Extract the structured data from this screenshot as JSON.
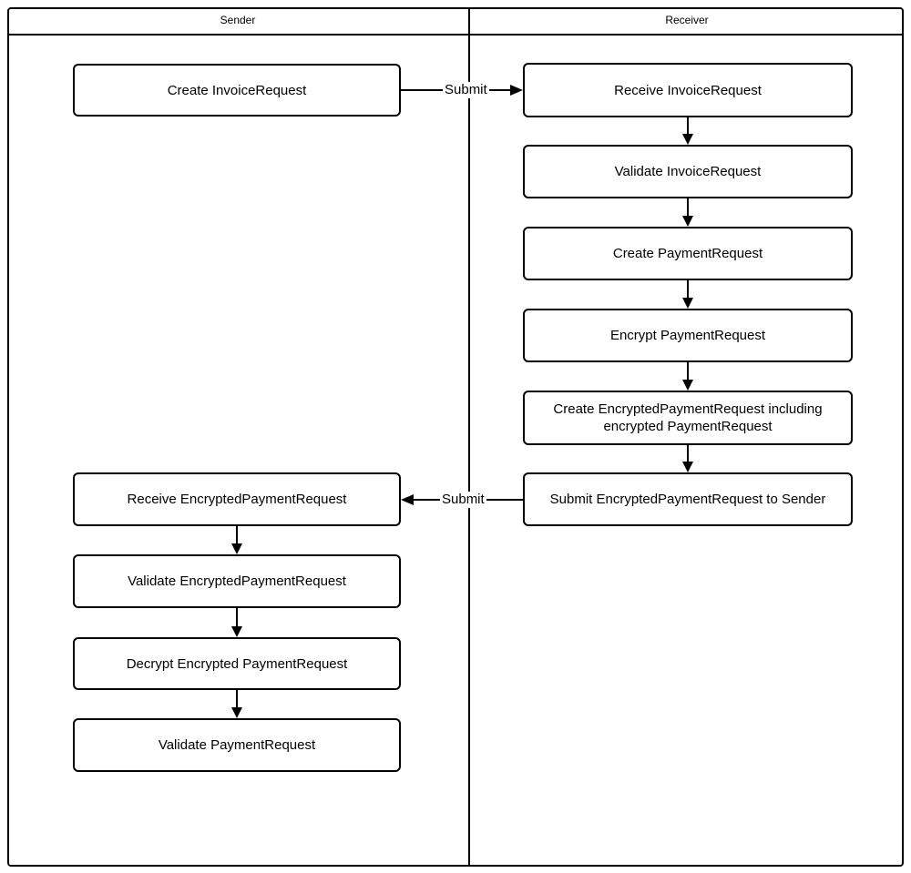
{
  "diagram": {
    "colors": {
      "line": "#000000",
      "background": "#ffffff"
    },
    "lanes": [
      {
        "title": "Sender"
      },
      {
        "title": "Receiver"
      }
    ],
    "sender_nodes": [
      {
        "label": "Create InvoiceRequest"
      },
      {
        "label": "Receive EncryptedPaymentRequest"
      },
      {
        "label": "Validate EncryptedPaymentRequest"
      },
      {
        "label": "Decrypt Encrypted PaymentRequest"
      },
      {
        "label": "Validate PaymentRequest"
      }
    ],
    "receiver_nodes": [
      {
        "label": "Receive InvoiceRequest"
      },
      {
        "label": "Validate InvoiceRequest"
      },
      {
        "label": "Create PaymentRequest"
      },
      {
        "label": "Encrypt PaymentRequest"
      },
      {
        "label": "Create EncryptedPaymentRequest including encrypted PaymentRequest"
      },
      {
        "label": "Submit EncryptedPaymentRequest to Sender"
      }
    ],
    "edge_labels": {
      "submit_to_receiver": "Submit",
      "submit_to_sender": "Submit"
    }
  }
}
